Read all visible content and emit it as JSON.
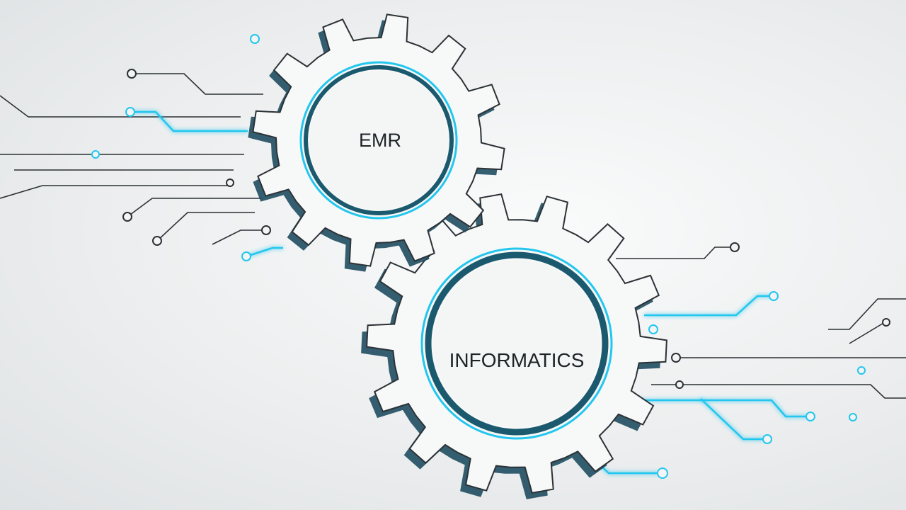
{
  "gears": {
    "top_label": "EMR",
    "bottom_label": "INFORMATICS"
  },
  "colors": {
    "accent_cyan": "#22c6ee",
    "trace_dark": "#2a3034",
    "gear_shadow": "#1f4e60",
    "gear_face": "#f7f8f8",
    "text": "#1d2326"
  },
  "icons": [
    "gear-icon",
    "gear-icon",
    "circuit-traces"
  ]
}
